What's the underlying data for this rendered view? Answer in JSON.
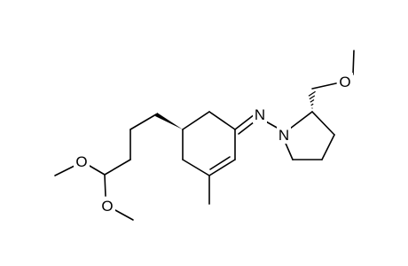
{
  "molecule": {
    "atoms": [
      {
        "name": "atom-n-imine",
        "label": "N"
      },
      {
        "name": "atom-n-ring",
        "label": "N"
      },
      {
        "name": "atom-o-methoxymethyl",
        "label": "O"
      },
      {
        "name": "atom-o-acetal-upper",
        "label": "O"
      },
      {
        "name": "atom-o-acetal-lower",
        "label": "O"
      }
    ]
  }
}
